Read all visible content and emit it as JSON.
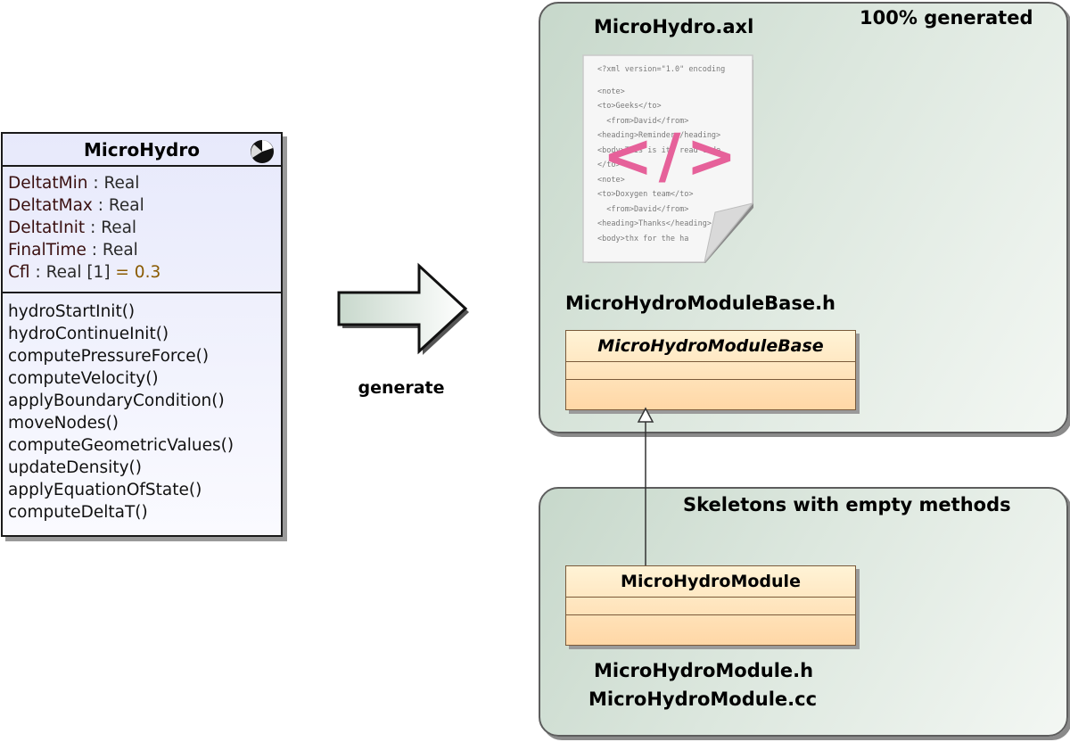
{
  "uml_class": {
    "name": "MicroHydro",
    "attributes": [
      {
        "name": "DeltatMin",
        "sep": " : ",
        "type": "Real",
        "default": ""
      },
      {
        "name": "DeltatMax",
        "sep": " : ",
        "type": "Real",
        "default": ""
      },
      {
        "name": "DeltatInit",
        "sep": " : ",
        "type": "Real",
        "default": ""
      },
      {
        "name": "FinalTime",
        "sep": " : ",
        "type": "Real",
        "default": ""
      },
      {
        "name": "Cfl",
        "sep": " : ",
        "type": "Real [1]",
        "default": " = 0.3"
      }
    ],
    "operations": [
      "hydroStartInit()",
      "hydroContinueInit()",
      "computePressureForce()",
      "computeVelocity()",
      "applyBoundaryCondition()",
      "moveNodes()",
      "computeGeometricValues()",
      "updateDensity()",
      "applyEquationOfState()",
      "computeDeltaT()"
    ]
  },
  "arrow": {
    "label": "generate"
  },
  "generated_panel": {
    "caption": "100% generated",
    "axl_file": "MicroHydro.axl",
    "header_file": "MicroHydroModuleBase.h",
    "base_class": "MicroHydroModuleBase",
    "doc_lines": [
      "<?xml version=\"1.0\" encoding",
      "<note>",
      "<to>Geeks</to>",
      "  <from>David</from>",
      "<heading>Reminder</heading>",
      "<body>This is it! read code",
      "</to>",
      "<note>",
      "<to>Doxygen team</to>",
      "  <from>David</from>",
      "<heading>Thanks</heading>",
      "<body>thx for the ha"
    ],
    "doc_symbol": "</>"
  },
  "skeleton_panel": {
    "caption": "Skeletons with empty methods",
    "class_name": "MicroHydroModule",
    "files": [
      "MicroHydroModule.h",
      "MicroHydroModule.cc"
    ]
  },
  "colors": {
    "uml_fill": "#e7e9fb",
    "panel_fill": "#c7d8cb",
    "class_fill": "#ffd7a6",
    "code_symbol": "#e6619a"
  }
}
